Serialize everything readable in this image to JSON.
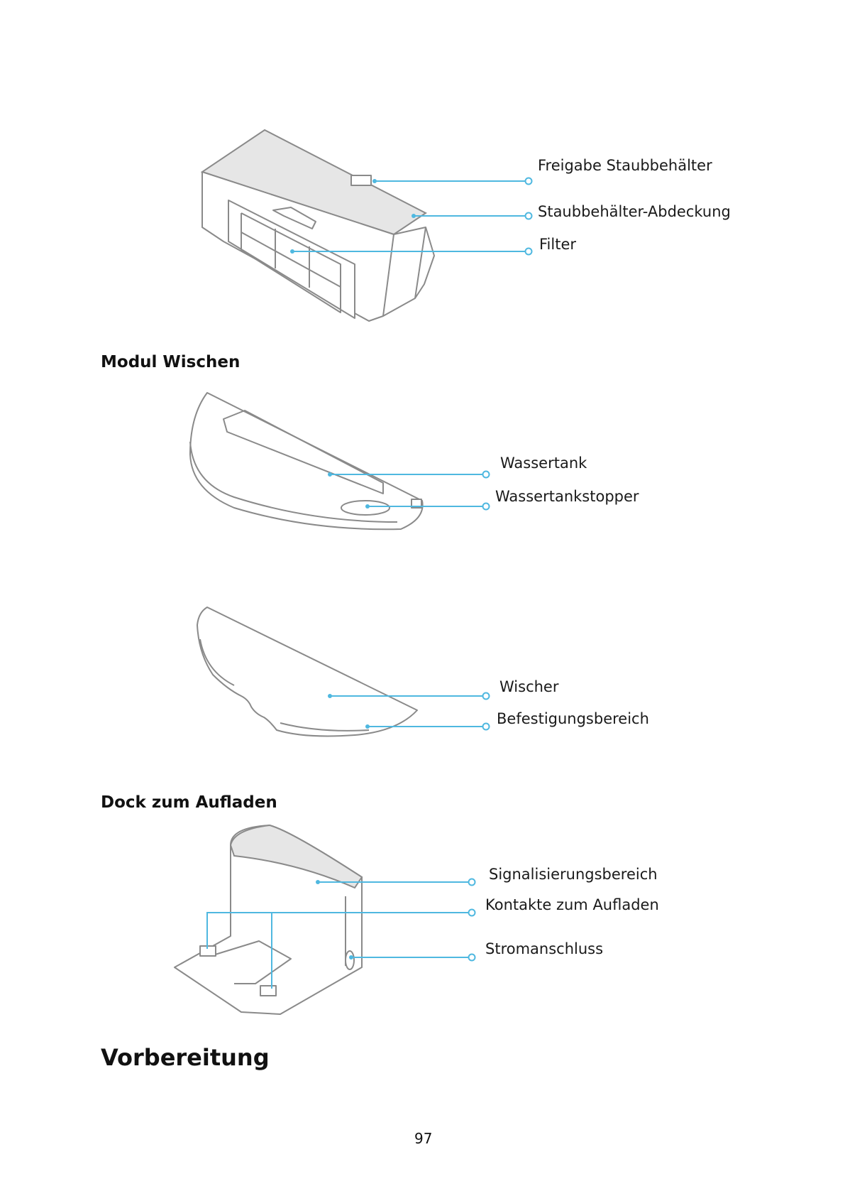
{
  "dustbin": {
    "labels": [
      "Freigabe Staubbehälter",
      "Staubbehälter-Abdeckung",
      "Filter"
    ]
  },
  "mop_module": {
    "title": "Modul Wischen",
    "tank_labels": [
      "Wassertank",
      "Wassertankstopper"
    ],
    "mop_labels": [
      "Wischer",
      "Befestigungsbereich"
    ]
  },
  "dock": {
    "title": "Dock zum Aufladen",
    "labels": [
      "Signalisierungsbereich",
      "Kontakte zum Aufladen",
      "Stromanschluss"
    ]
  },
  "next_section": {
    "title": "Vorbereitung"
  },
  "page": {
    "number": "97"
  },
  "colors": {
    "leader_line": "#4fb8e0",
    "outline": "#8a8a8a"
  }
}
